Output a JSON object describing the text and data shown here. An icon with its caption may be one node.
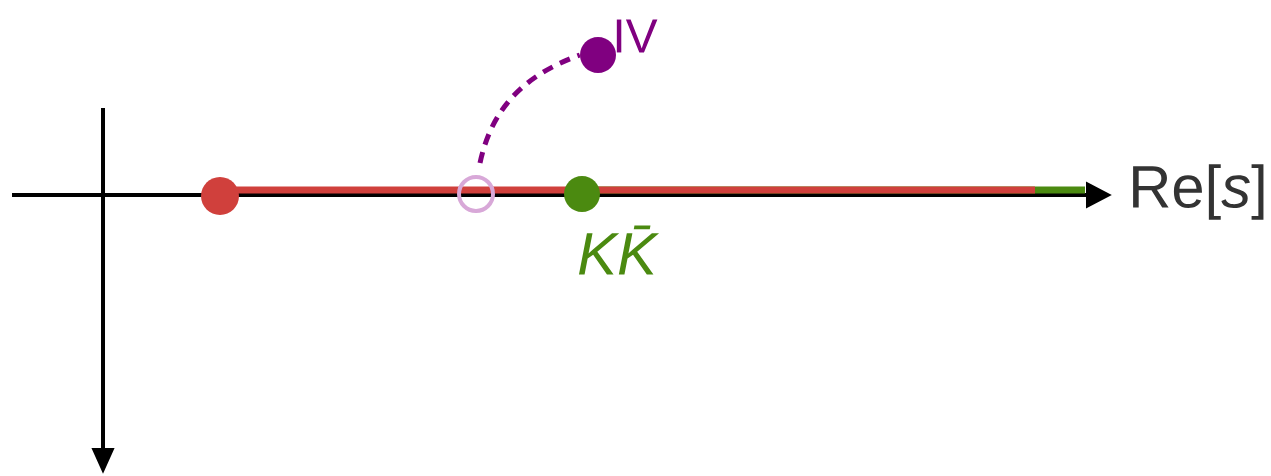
{
  "diagram": {
    "nodes": [
      {
        "text": [],
        "shape": "circle"
      },
      {
        "text": [],
        "shape": "circle"
      },
      {
        "text": [],
        "shape": "circle",
        "beside": [
          "IV"
        ]
      },
      {
        "text": [],
        "shape": "circle",
        "beside": [
          "KK̄"
        ]
      }
    ],
    "edges": [
      {
        "from": 1,
        "to": 2,
        "arrow": "none",
        "style": "dashed",
        "color": "#800080"
      }
    ],
    "labels": [
      "Re[*s*]"
    ]
  }
}
